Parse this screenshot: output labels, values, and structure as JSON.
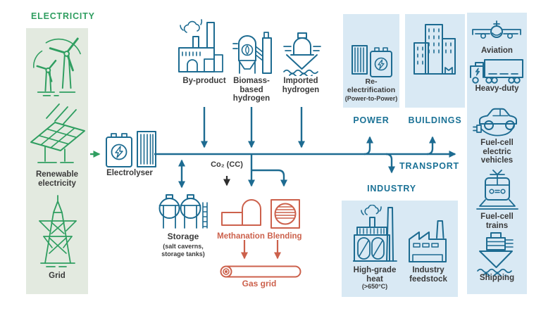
{
  "colors": {
    "green": "#2f9e60",
    "greenbg": "#e3eae0",
    "teal": "#1d6b91",
    "teallabel": "#1b7296",
    "bluebg": "#d9e9f4",
    "orange": "#cc614c",
    "dark": "#3a3a3a",
    "black": "#2d2d2d"
  },
  "electricity": {
    "header": "ELECTRICITY",
    "renewable_label": "Renewable\nelectricity",
    "grid_label": "Grid"
  },
  "electrolyser": {
    "label": "Electrolyser"
  },
  "sources": [
    {
      "label": "By-product",
      "icon": "factory-icon"
    },
    {
      "label": "Biomass-\nbased\nhydrogen",
      "icon": "biomass-silo-icon"
    },
    {
      "label": "Imported\nhydrogen",
      "icon": "tanker-ship-icon"
    }
  ],
  "flow": {
    "co2_label": "Co₂ (CC)"
  },
  "storage": {
    "label": "Storage",
    "sublabel": "(salt caverns,\nstorage tanks)"
  },
  "gas_grid": {
    "methanation_label": "Methanation",
    "blending_label": "Blending",
    "pipeline_label": "Gas grid"
  },
  "power": {
    "header": "POWER",
    "item_label": "Re-\nelectrification",
    "item_sublabel": "(Power-to-Power)"
  },
  "buildings": {
    "header": "BUILDINGS"
  },
  "transport": {
    "header": "TRANSPORT"
  },
  "industry": {
    "header": "INDUSTRY",
    "items": [
      {
        "label": "High-grade\nheat",
        "sublabel": "(>650°C)",
        "icon": "heat-plant-icon"
      },
      {
        "label": "Industry\nfeedstock",
        "icon": "factory-icon"
      }
    ]
  },
  "transport_modes": {
    "items": [
      {
        "label": "Aviation",
        "icon": "airplane-icon"
      },
      {
        "label": "Heavy-duty",
        "icon": "truck-icon"
      },
      {
        "label": "Fuel-cell\nelectric\nvehicles",
        "icon": "car-plug-icon"
      },
      {
        "label": "Fuel-cell\ntrains",
        "icon": "train-icon"
      },
      {
        "label": "Shipping",
        "icon": "cargo-ship-icon"
      }
    ]
  }
}
